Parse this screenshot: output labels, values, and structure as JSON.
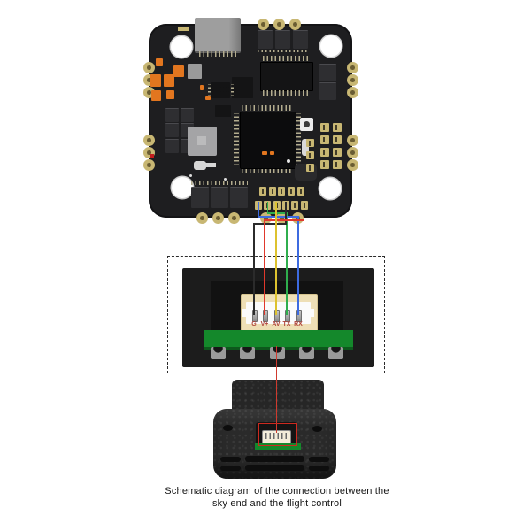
{
  "caption": {
    "line1": "Schematic diagram of the connection between the",
    "line2": "sky end and the flight control"
  },
  "sky_module": {
    "pin_labels": [
      "G",
      "V+",
      "AV",
      "TX",
      "RX"
    ],
    "label_color": "#b0453b"
  },
  "wires": {
    "ground_black": "#2b2b2b",
    "power_red": "#e0382c",
    "video_yellow": "#ddc22f",
    "tx_green": "#2fae4d",
    "rx_blue": "#3d6be0",
    "link_red": "#cf3a2e"
  },
  "colors": {
    "background": "#ffffff",
    "board_black": "#1e1e20",
    "pad_gold": "#c8b773",
    "capacitor_orange": "#e2761f",
    "module_black": "#1c1c1c",
    "connector_cream": "#eedfb6",
    "pcb_green": "#14882b",
    "device_black": "#282828",
    "highlight_red": "#cc2a1f",
    "caption_text": "#151515"
  }
}
